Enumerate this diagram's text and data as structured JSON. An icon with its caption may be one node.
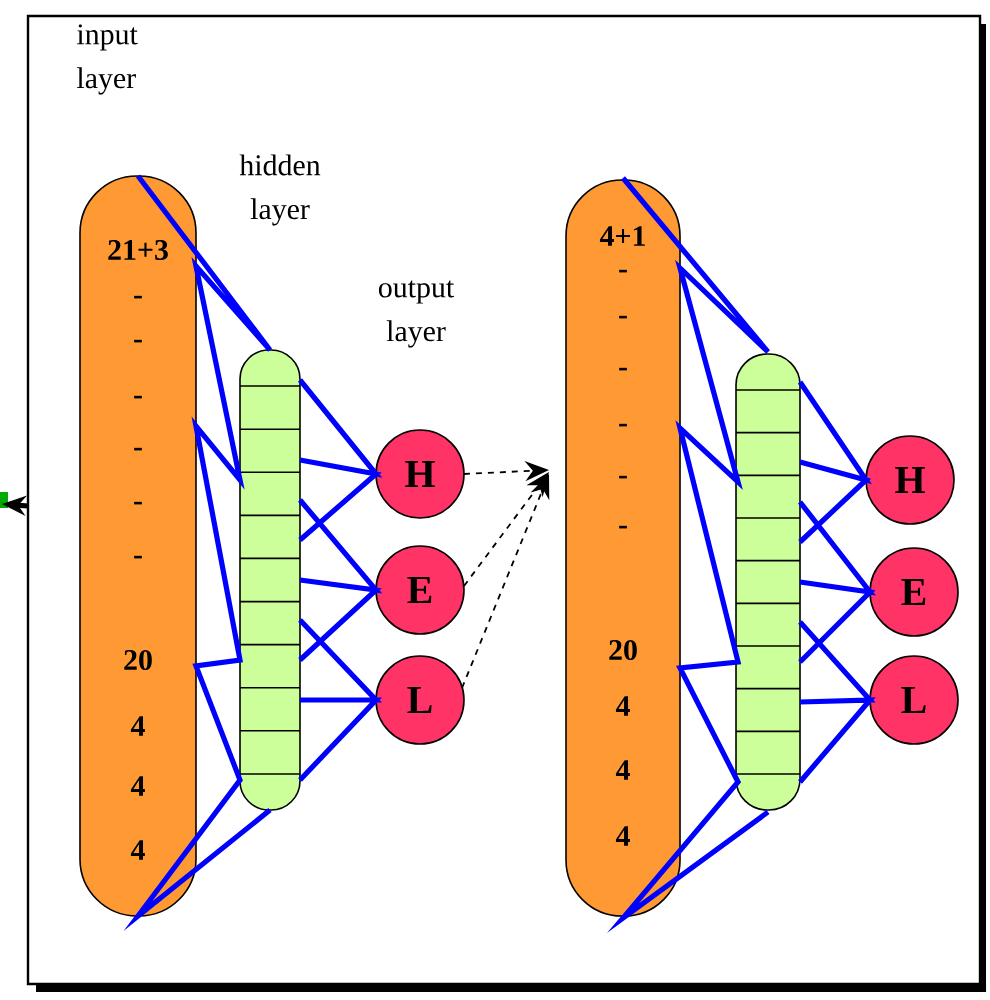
{
  "diagram": {
    "nodes": [
      {
        "text": [],
        "shape": "box"
      },
      {
        "text": [
          "21+3",
          "-",
          "-",
          "-",
          "-",
          "-",
          "-",
          "20",
          "4",
          "4",
          "4"
        ],
        "in": 0
      },
      {
        "text": [],
        "shape": "bar",
        "in": 0
      },
      {
        "text": [
          "H"
        ],
        "in": 0
      },
      {
        "text": [
          "E"
        ],
        "in": 0
      },
      {
        "text": [
          "L"
        ],
        "in": 0
      },
      {
        "text": [
          "4+1",
          "-",
          "-",
          "-",
          "-",
          "-",
          "-",
          "20",
          "4",
          "4",
          "4"
        ],
        "in": 0
      },
      {
        "text": [],
        "shape": "bar",
        "in": 0
      },
      {
        "text": [
          "H"
        ],
        "in": 0
      },
      {
        "text": [
          "E"
        ],
        "in": 0
      },
      {
        "text": [
          "L"
        ],
        "in": 0
      }
    ],
    "edges": [
      {
        "from": 0,
        "to": null,
        "arrow": "to",
        "color": "#000000"
      },
      {
        "from": 1,
        "to": 2,
        "arrow": "none"
      },
      {
        "from": 2,
        "to": 3,
        "arrow": "none"
      },
      {
        "from": 2,
        "to": 4,
        "arrow": "none"
      },
      {
        "from": 2,
        "to": 5,
        "arrow": "none"
      },
      {
        "from": 3,
        "to": 6,
        "arrow": "to",
        "style": "dashed",
        "color": "#000000"
      },
      {
        "from": 4,
        "to": 6,
        "arrow": "to",
        "style": "dashed",
        "color": "#000000"
      },
      {
        "from": 5,
        "to": 6,
        "arrow": "to",
        "style": "dashed",
        "color": "#000000"
      },
      {
        "from": 6,
        "to": 7,
        "arrow": "none"
      },
      {
        "from": 7,
        "to": 8,
        "arrow": "none"
      },
      {
        "from": 7,
        "to": 9,
        "arrow": "none"
      },
      {
        "from": 7,
        "to": 10,
        "arrow": "none"
      }
    ],
    "labels": [
      "input layer",
      "hidden layer",
      "output layer"
    ]
  }
}
